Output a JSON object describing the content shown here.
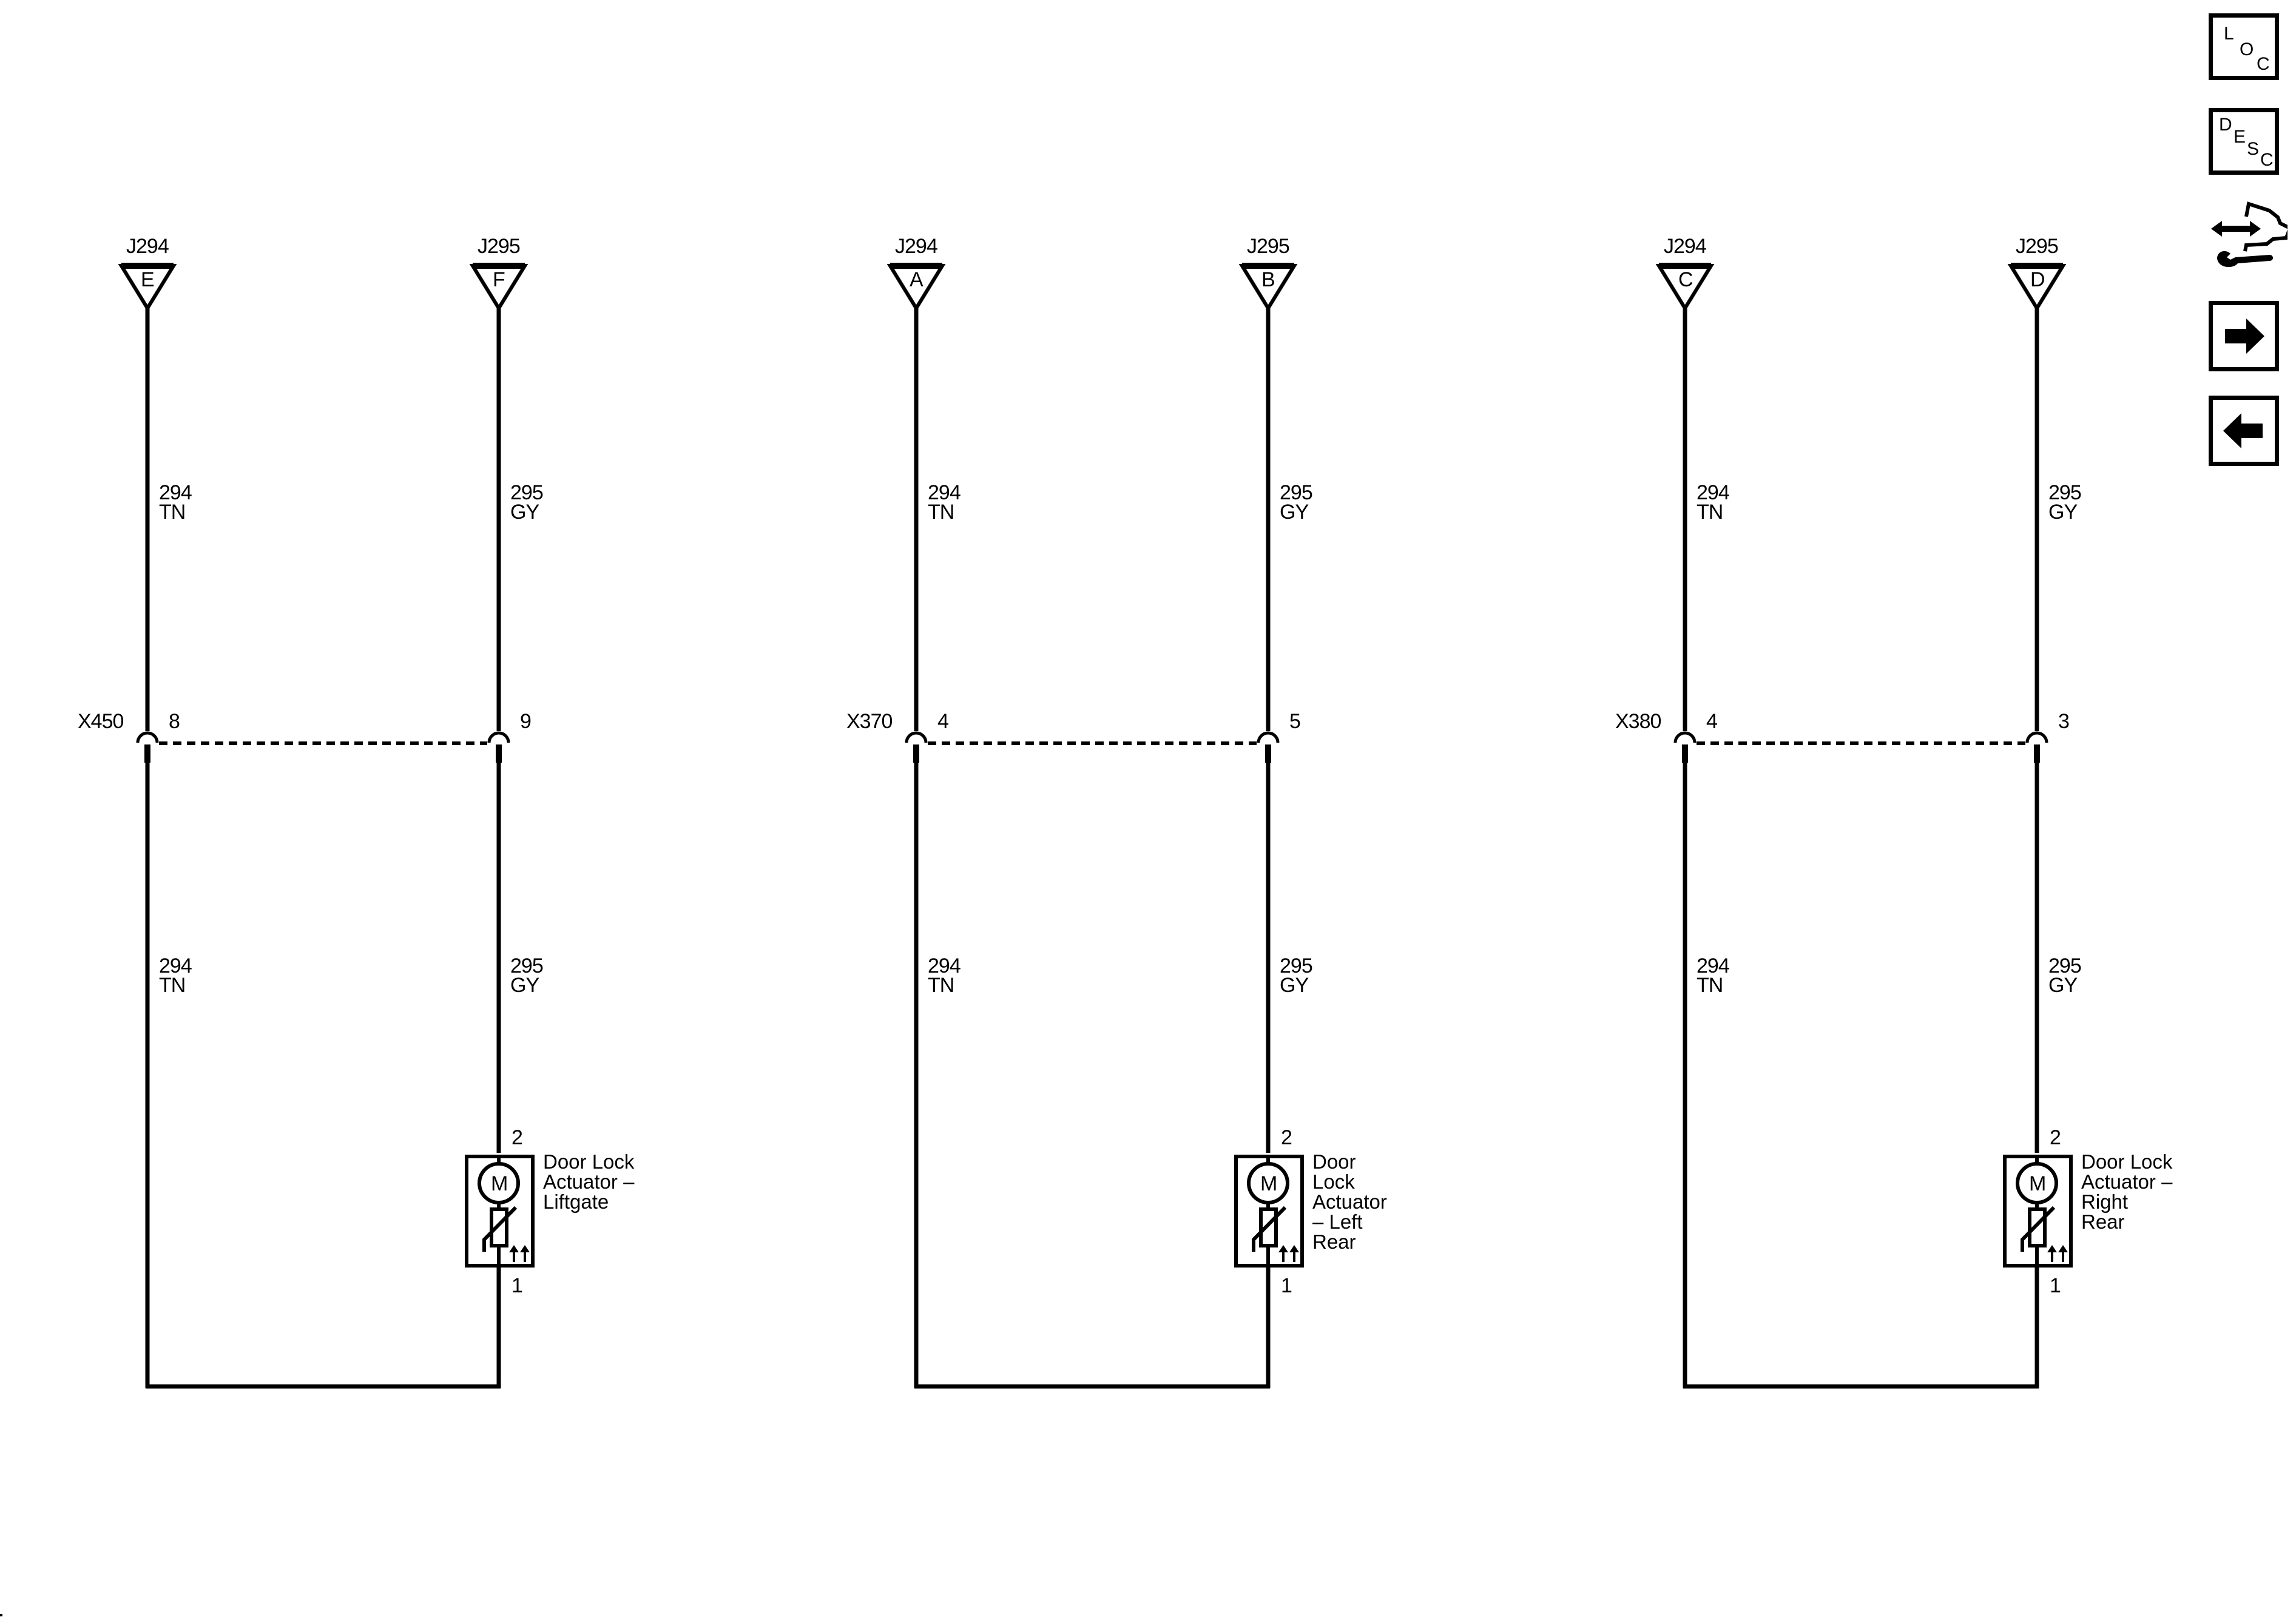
{
  "toolbar": {
    "loc": {
      "letters": [
        "L",
        "O",
        "C"
      ],
      "label": "LOC"
    },
    "desc": {
      "letters": [
        "D",
        "E",
        "S",
        "C"
      ],
      "label": "DESC"
    },
    "connector_view": {
      "label": "connector-end-view"
    },
    "next": {
      "label": "next"
    },
    "previous": {
      "label": "previous"
    }
  },
  "circuits": [
    {
      "left": {
        "splice": "J294",
        "terminal": "E",
        "wire_upper": {
          "circuit": "294",
          "color": "TN"
        },
        "wire_lower": {
          "circuit": "294",
          "color": "TN"
        },
        "inline_pin": "8"
      },
      "right": {
        "splice": "J295",
        "terminal": "F",
        "wire_upper": {
          "circuit": "295",
          "color": "GY"
        },
        "wire_lower": {
          "circuit": "295",
          "color": "GY"
        },
        "inline_pin": "9"
      },
      "inline_connector": "X450",
      "component": {
        "motor_label": "M",
        "pin_top": "2",
        "pin_bottom": "1",
        "name_lines": [
          "Door Lock",
          "Actuator –",
          "Liftgate"
        ]
      }
    },
    {
      "left": {
        "splice": "J294",
        "terminal": "A",
        "wire_upper": {
          "circuit": "294",
          "color": "TN"
        },
        "wire_lower": {
          "circuit": "294",
          "color": "TN"
        },
        "inline_pin": "4"
      },
      "right": {
        "splice": "J295",
        "terminal": "B",
        "wire_upper": {
          "circuit": "295",
          "color": "GY"
        },
        "wire_lower": {
          "circuit": "295",
          "color": "GY"
        },
        "inline_pin": "5"
      },
      "inline_connector": "X370",
      "component": {
        "motor_label": "M",
        "pin_top": "2",
        "pin_bottom": "1",
        "name_lines": [
          "Door",
          "Lock",
          "Actuator",
          "– Left",
          "Rear"
        ]
      }
    },
    {
      "left": {
        "splice": "J294",
        "terminal": "C",
        "wire_upper": {
          "circuit": "294",
          "color": "TN"
        },
        "wire_lower": {
          "circuit": "294",
          "color": "TN"
        },
        "inline_pin": "4"
      },
      "right": {
        "splice": "J295",
        "terminal": "D",
        "wire_upper": {
          "circuit": "295",
          "color": "GY"
        },
        "wire_lower": {
          "circuit": "295",
          "color": "GY"
        },
        "inline_pin": "3"
      },
      "inline_connector": "X380",
      "component": {
        "motor_label": "M",
        "pin_top": "2",
        "pin_bottom": "1",
        "name_lines": [
          "Door Lock",
          "Actuator –",
          "Right",
          "Rear"
        ]
      }
    }
  ],
  "colors": {
    "line": "#000000",
    "background": "#ffffff"
  }
}
